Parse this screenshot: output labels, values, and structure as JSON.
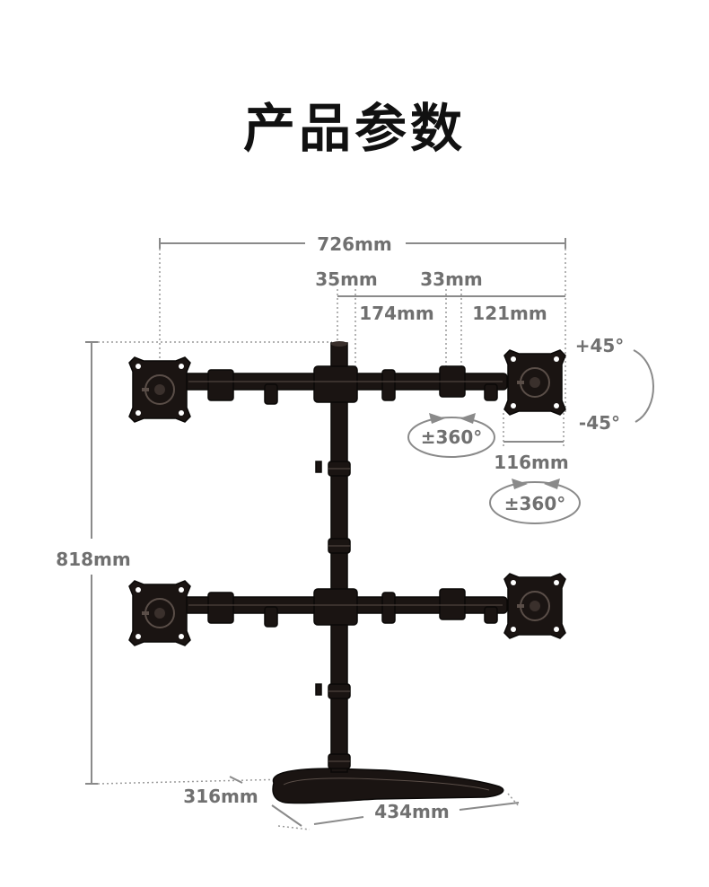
{
  "title": "产品参数",
  "dimensions": {
    "overall_width": "726mm",
    "arm_joint_left": "35mm",
    "arm_joint_right": "33mm",
    "segment_left": "174mm",
    "segment_right": "121mm",
    "tilt_up": "+45°",
    "tilt_down": "-45°",
    "head_width": "116mm",
    "rotation_upper": "±360°",
    "rotation_lower": "±360°",
    "overall_height": "818mm",
    "base_depth": "316mm",
    "base_width": "434mm"
  },
  "colors": {
    "metal": "#1a1412",
    "dimension": "#8a8a8a",
    "title": "#111111"
  }
}
